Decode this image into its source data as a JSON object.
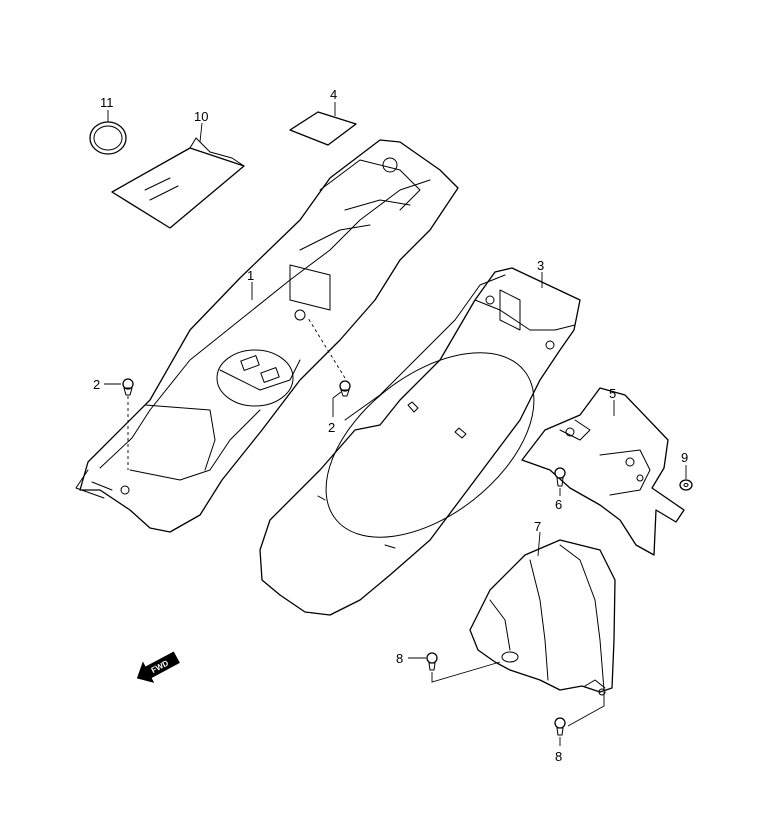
{
  "callouts": [
    {
      "id": "1",
      "label": "1"
    },
    {
      "id": "2a",
      "label": "2"
    },
    {
      "id": "2b",
      "label": "2"
    },
    {
      "id": "3",
      "label": "3"
    },
    {
      "id": "4",
      "label": "4"
    },
    {
      "id": "5",
      "label": "5"
    },
    {
      "id": "6",
      "label": "6"
    },
    {
      "id": "7",
      "label": "7"
    },
    {
      "id": "8a",
      "label": "8"
    },
    {
      "id": "8b",
      "label": "8"
    },
    {
      "id": "9",
      "label": "9"
    },
    {
      "id": "10",
      "label": "10"
    },
    {
      "id": "11",
      "label": "11"
    }
  ],
  "fwd_label": "FWD"
}
